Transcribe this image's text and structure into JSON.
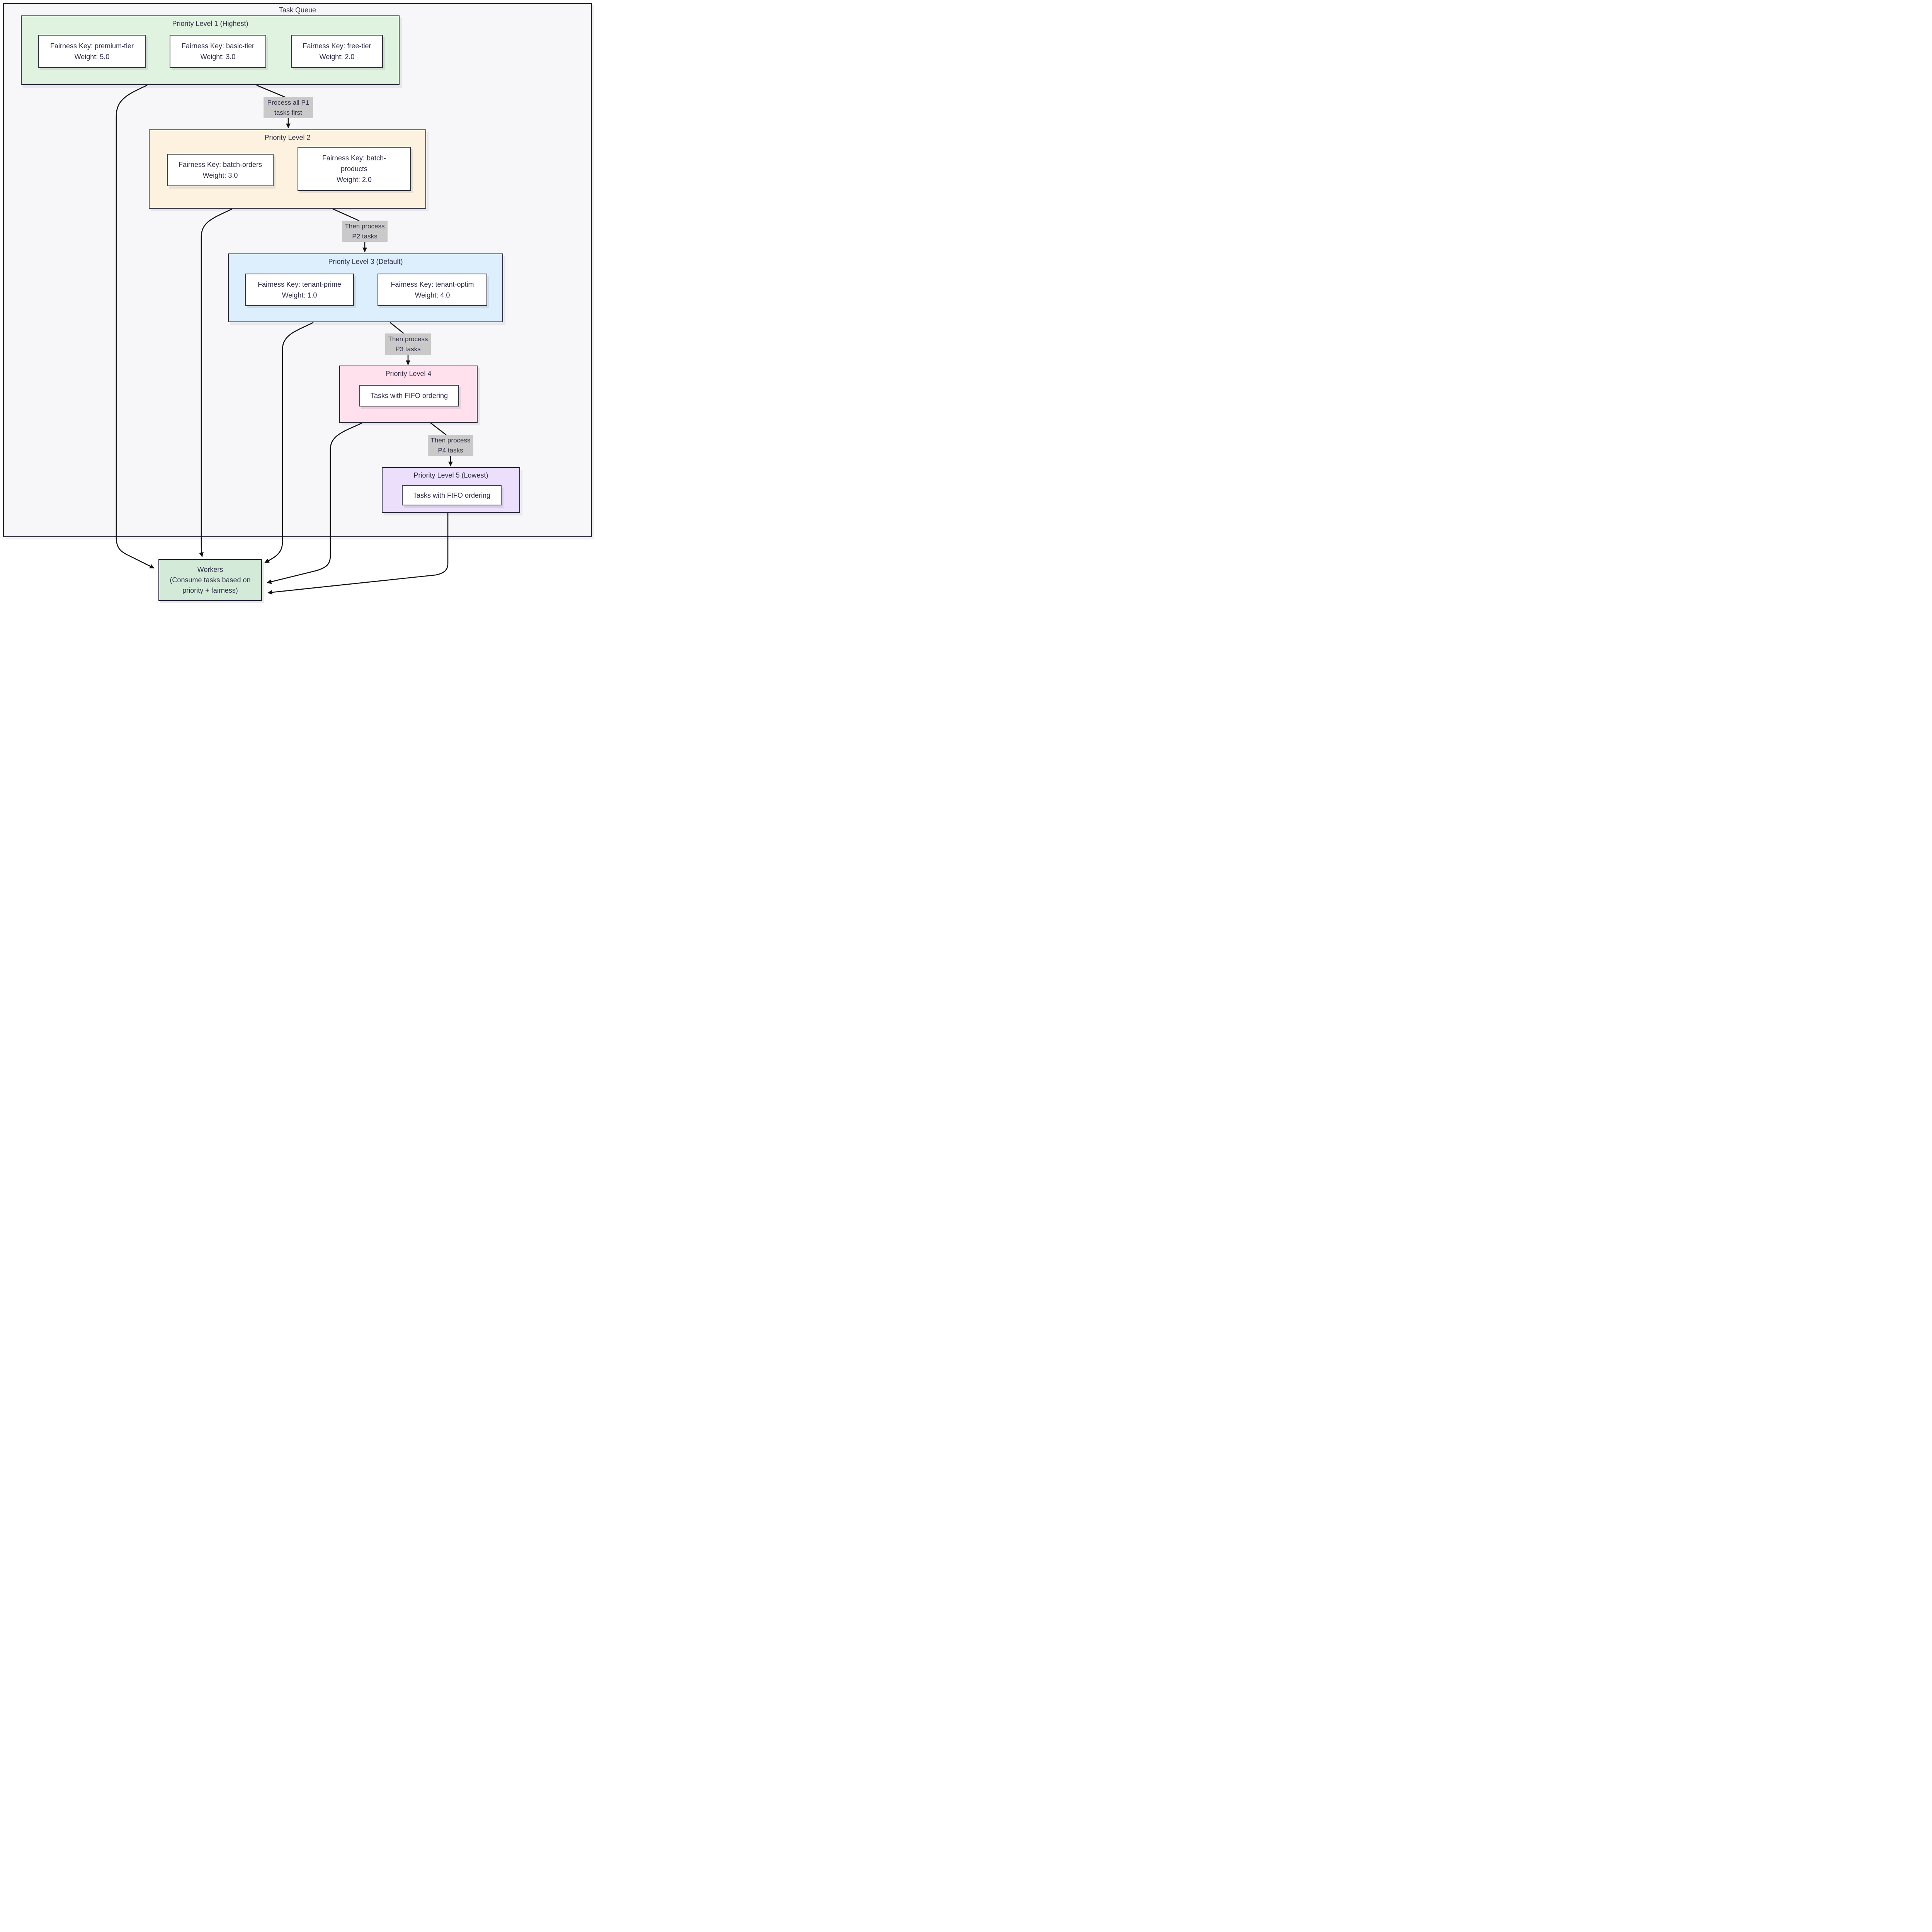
{
  "header": {
    "title": "Task Queue"
  },
  "clusters": [
    {
      "id": "priority-1",
      "title": "Priority Level 1 (Highest)",
      "nodes": [
        {
          "lines": [
            "Fairness Key: premium-tier",
            "Weight: 5.0"
          ]
        },
        {
          "lines": [
            "Fairness Key: basic-tier",
            "Weight: 3.0"
          ]
        },
        {
          "lines": [
            "Fairness Key: free-tier",
            "Weight: 2.0"
          ]
        }
      ]
    },
    {
      "id": "priority-2",
      "title": "Priority Level 2",
      "nodes": [
        {
          "lines": [
            "Fairness Key: batch-orders",
            "Weight: 3.0"
          ]
        },
        {
          "lines": [
            "Fairness Key: batch-",
            "products",
            "Weight: 2.0"
          ]
        }
      ]
    },
    {
      "id": "priority-3",
      "title": "Priority Level 3 (Default)",
      "nodes": [
        {
          "lines": [
            "Fairness Key: tenant-prime",
            "Weight: 1.0"
          ]
        },
        {
          "lines": [
            "Fairness Key: tenant-optim",
            "Weight: 4.0"
          ]
        }
      ]
    },
    {
      "id": "priority-4",
      "title": "Priority Level 4",
      "nodes": [
        {
          "lines": [
            "Tasks with FIFO ordering"
          ]
        }
      ]
    },
    {
      "id": "priority-5",
      "title": "Priority Level 5 (Lowest)",
      "nodes": [
        {
          "lines": [
            "Tasks with FIFO ordering"
          ]
        }
      ]
    }
  ],
  "edge_labels": [
    {
      "lines": [
        "Process all P1",
        "tasks first"
      ]
    },
    {
      "lines": [
        "Then process",
        "P2 tasks"
      ]
    },
    {
      "lines": [
        "Then process",
        "P3 tasks"
      ]
    },
    {
      "lines": [
        "Then process",
        "P4 tasks"
      ]
    }
  ],
  "workers": {
    "lines": [
      "Workers",
      "(Consume tasks based on",
      "priority + fairness)"
    ]
  },
  "colors": {
    "canvas_bg": "#ffffff",
    "container_bg": "#f7f7fa",
    "cluster_border": "#272638",
    "node_bg": "#ffffff",
    "node_border": "#34343f",
    "p1_bg": "#e0f2e0",
    "p2_bg": "#fdf2e0",
    "p3_bg": "#ddeefd",
    "p4_bg": "#ffe0ec",
    "p5_bg": "#ebdffc",
    "workers_bg": "#d3ead8",
    "edge_label_bg": "#c9c9c9",
    "edge_color": "#111111",
    "text_color": "#2e2d47"
  }
}
